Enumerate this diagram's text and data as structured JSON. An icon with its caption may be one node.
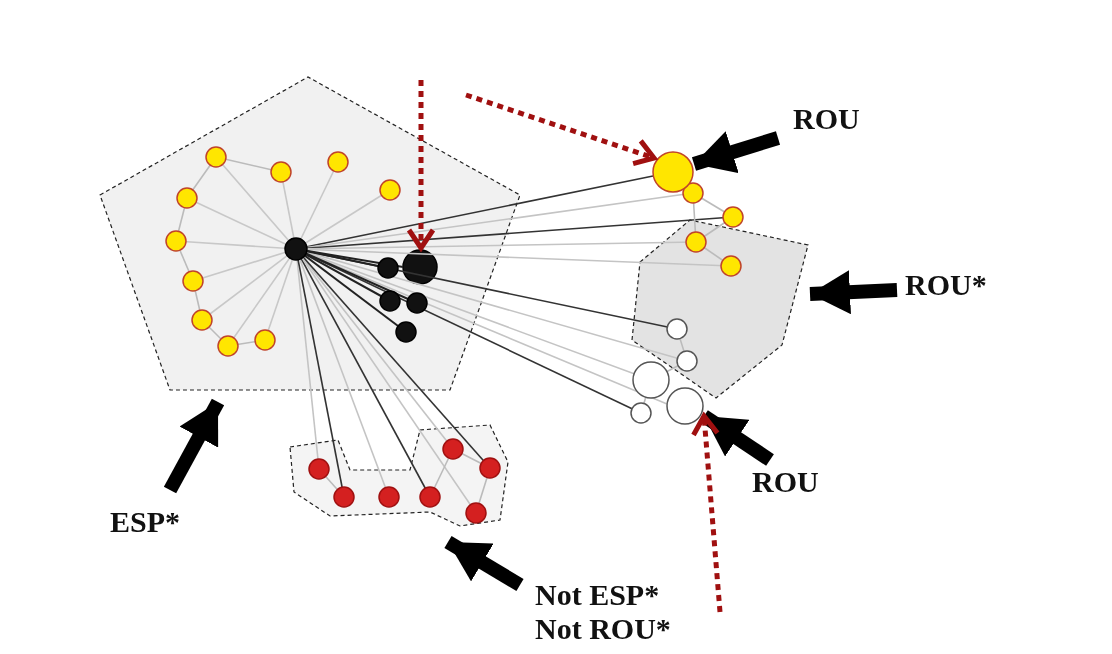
{
  "diagram": {
    "nodes": [
      {
        "text": [
          "ROU"
        ]
      },
      {
        "text": [
          "ROU*"
        ]
      },
      {
        "text": [
          "ROU"
        ]
      },
      {
        "text": [
          "ESP*"
        ]
      },
      {
        "text": [
          "Not ESP* Not ROU*"
        ]
      },
      {
        "text": [],
        "shape": "pentagon"
      },
      {
        "text": [],
        "shape": "polygon"
      },
      {
        "text": [],
        "shape": "polygon"
      },
      {
        "text": [],
        "shape": "circle"
      },
      {
        "text": [],
        "shape": "circle"
      },
      {
        "text": [],
        "shape": "circle",
        "in": 5
      }
    ],
    "edges": [
      {
        "from": 0,
        "to": 8,
        "arrow": "to"
      },
      {
        "from": 1,
        "to": 6,
        "arrow": "to"
      },
      {
        "from": 2,
        "to": 9,
        "arrow": "to"
      },
      {
        "from": 3,
        "to": 5,
        "arrow": "to"
      },
      {
        "from": 4,
        "to": 7,
        "arrow": "to"
      },
      {
        "from": null,
        "to": 10,
        "arrow": "to",
        "style": "dashed",
        "color": "#a01010"
      },
      {
        "from": null,
        "to": 8,
        "arrow": "to",
        "style": "dashed",
        "color": "#a01010"
      },
      {
        "from": null,
        "to": 9,
        "arrow": "to",
        "style": "dashed",
        "color": "#a01010"
      }
    ]
  }
}
